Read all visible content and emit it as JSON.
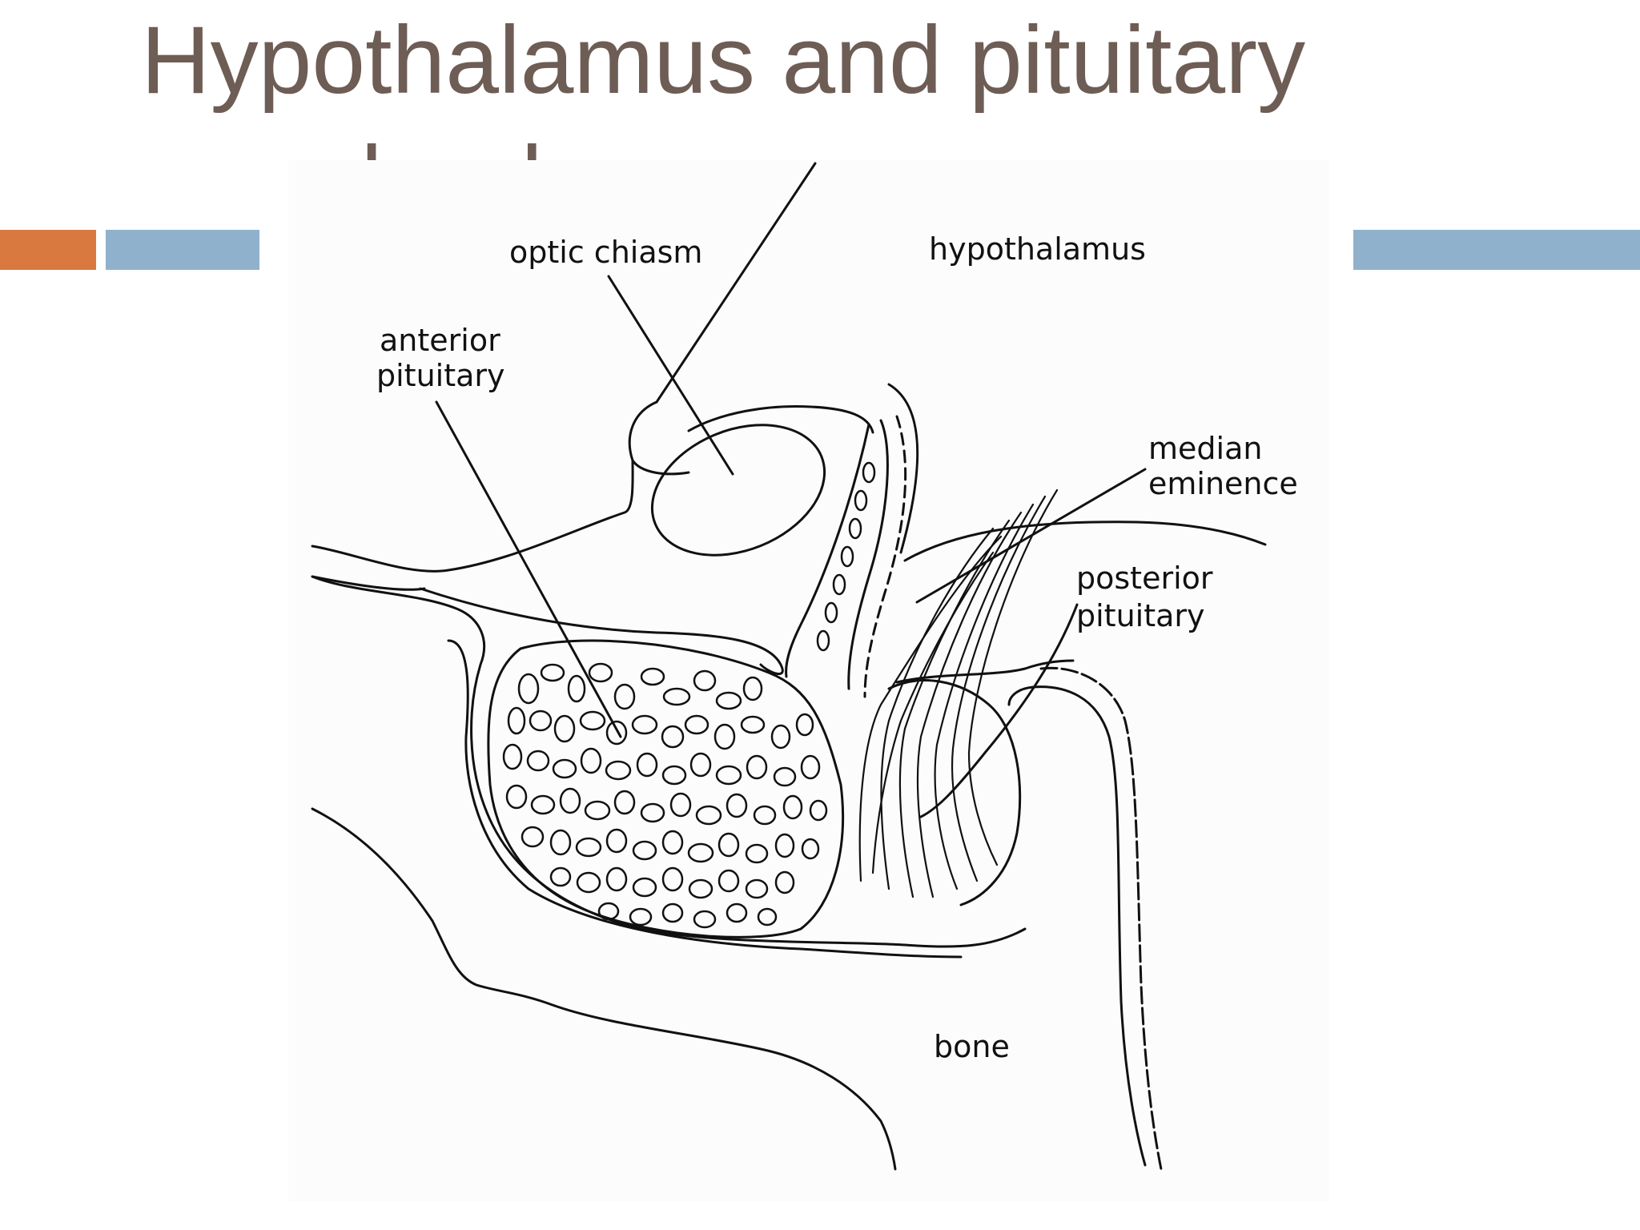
{
  "slide": {
    "title_line1": "Hypothalamus and pituitary",
    "title_line2": "gland"
  },
  "colors": {
    "title": "#6e5d55",
    "accent_orange": "#d9793f",
    "accent_blue": "#8fb1cc",
    "line": "#111111"
  },
  "diagram": {
    "labels": {
      "optic_chiasm": "optic chiasm",
      "hypothalamus": "hypothalamus",
      "anterior_pituitary_1": "anterior",
      "anterior_pituitary_2": "pituitary",
      "median_eminence_1": "median",
      "median_eminence_2": "eminence",
      "posterior_pituitary_1": "posterior",
      "posterior_pituitary_2": "pituitary",
      "bone": "bone"
    }
  }
}
